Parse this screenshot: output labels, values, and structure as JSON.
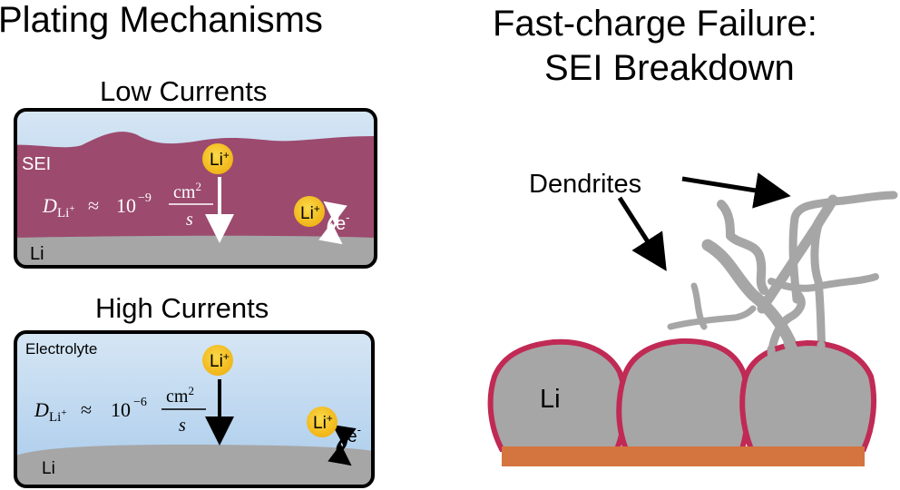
{
  "left_panel": {
    "title": "Plating Mechanisms",
    "low": {
      "heading": "Low Currents",
      "sei_label": "SEI",
      "li_label": "Li",
      "ion_label": "Li",
      "ion_charge": "+",
      "electron_label": "e",
      "electron_charge": "-",
      "diffusion": {
        "symbol": "D",
        "subscript": "Li",
        "sub_charge": "+",
        "approx": "≈",
        "base": "10",
        "exponent": "−9",
        "numerator": "cm",
        "num_power": "2",
        "denominator": "s"
      }
    },
    "high": {
      "heading": "High Currents",
      "electrolyte_label": "Electrolyte",
      "li_label": "Li",
      "ion_label": "Li",
      "ion_charge": "+",
      "electron_label": "e",
      "electron_charge": "-",
      "diffusion": {
        "symbol": "D",
        "subscript": "Li",
        "sub_charge": "+",
        "approx": "≈",
        "base": "10",
        "exponent": "−6",
        "numerator": "cm",
        "num_power": "2",
        "denominator": "s"
      }
    }
  },
  "right_panel": {
    "title_line1": "Fast-charge Failure:",
    "title_line2": "SEI Breakdown",
    "dendrites_label": "Dendrites",
    "li_label": "Li"
  },
  "colors": {
    "electrolyte_top": "#d6e6f4",
    "electrolyte_bottom": "#a9cbec",
    "sei": "#9c4a6e",
    "lithium": "#a6a6a6",
    "sei_shell": "#c02a55",
    "current_collector": "#d4743e",
    "ion": "#f6c323",
    "dendrite": "#a6a6a6"
  }
}
